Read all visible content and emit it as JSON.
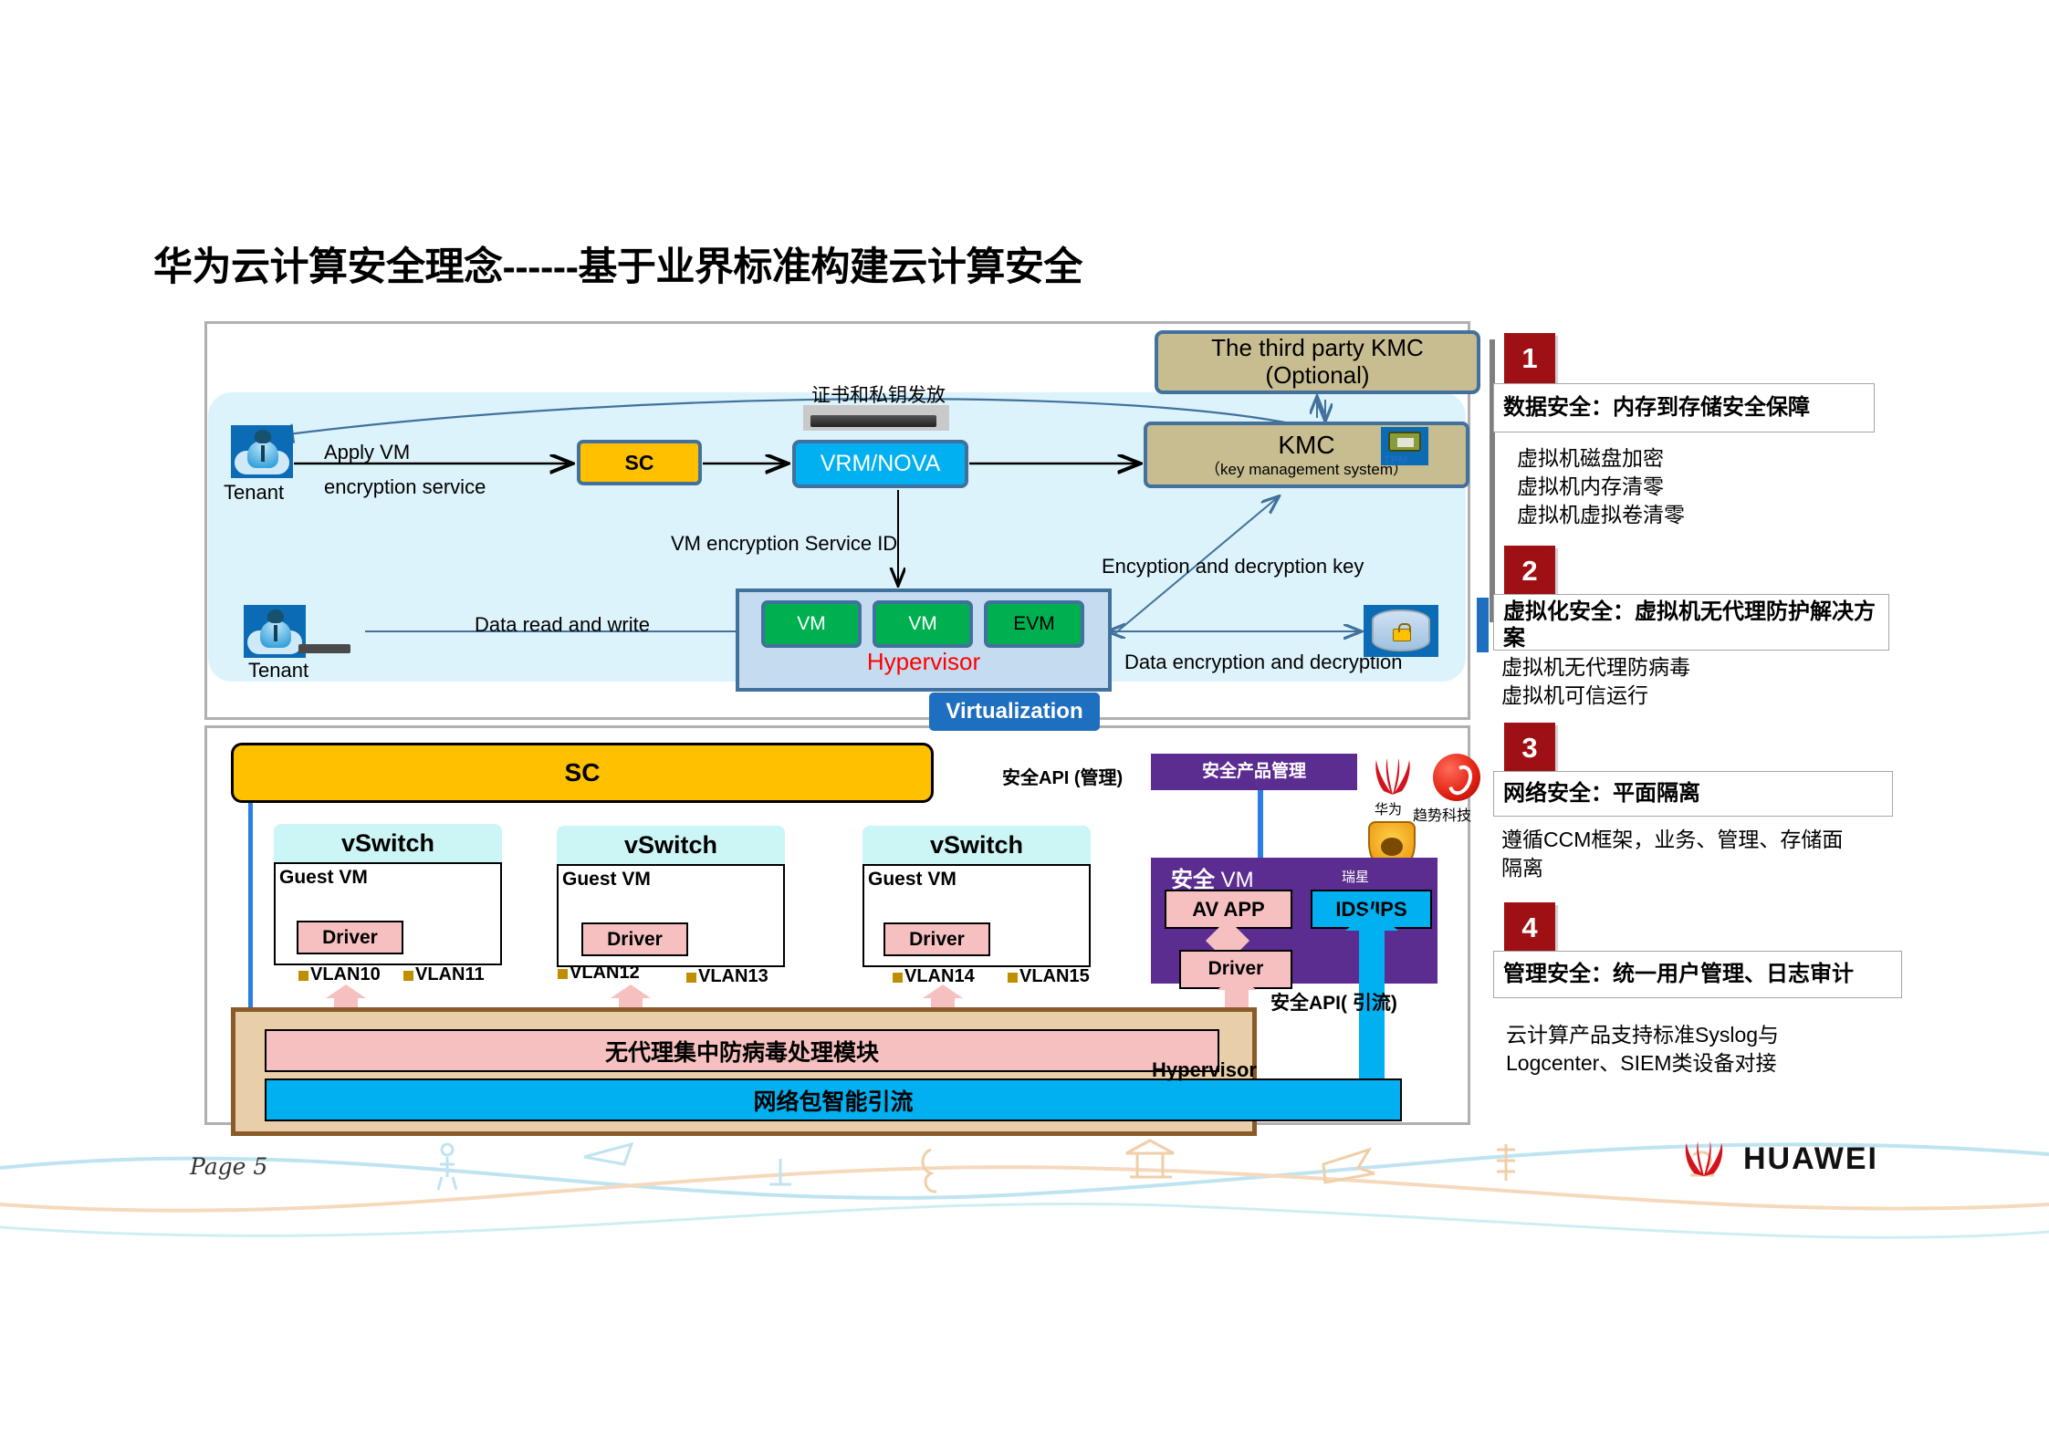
{
  "slide": {
    "title": "华为云计算安全理念------基于业界标准构建云计算安全",
    "page_label": "Page 5",
    "brand": "HUAWEI",
    "accent_red": "#9e1013",
    "accent_blue": "#1f6fc0",
    "panel_blue": "#ddf3fb"
  },
  "top_diagram": {
    "tenant_label_1": "Tenant",
    "tenant_label_2": "Tenant",
    "apply_vm_label": "Apply VM",
    "encryption_service_label": "encryption service",
    "sc_box": "SC",
    "vrm_box": "VRM/NOVA",
    "kmc_box_main": "KMC",
    "kmc_box_sub": "（key management system）",
    "third_party_line1": "The third party KMC",
    "third_party_line2": "(Optional)",
    "cert_label": "证书和私钥发放",
    "vm_encryption_service_id": "VM encryption Service ID",
    "encryption_decryption_key": "Encyption  and decryption key",
    "data_read_write": "Data read and write",
    "data_enc_dec": "Data encryption and  decryption",
    "hypervisor_label": "Hypervisor",
    "virtualization_tag": "Virtualization",
    "tpm_label": "TPM",
    "vms": [
      "VM",
      "VM",
      "EVM"
    ]
  },
  "bottom_diagram": {
    "sc_box": "SC",
    "vswitches": [
      {
        "title": "vSwitch",
        "guest_vm": "Guest VM",
        "driver": "Driver",
        "vlans": [
          "VLAN10",
          "VLAN11"
        ]
      },
      {
        "title": "vSwitch",
        "guest_vm": "Guest VM",
        "driver": "Driver",
        "vlans": [
          "VLAN12",
          "VLAN13"
        ]
      },
      {
        "title": "vSwitch",
        "guest_vm": "Guest VM",
        "driver": "Driver",
        "vlans": [
          "VLAN14",
          "VLAN15"
        ]
      }
    ],
    "security_api_mgmt": "安全API (管理)",
    "security_api_flow": "安全API( 引流)",
    "security_product_mgmt": "安全产品管理",
    "security_vm_cn": "安全",
    "security_vm_en": " VM",
    "rising_label": "瑞星",
    "av_app": "AV APP",
    "ids_ips": "IDS/IPS",
    "sec_driver": "Driver",
    "hypervisor_label": "Hypervisor",
    "band_av": "无代理集中防病毒处理模块",
    "band_net": "网络包智能引流",
    "vendor_huawei_cn": "华为",
    "vendor_trend_cn": "趋势科技"
  },
  "callouts": [
    {
      "number": "1",
      "title": "数据安全：内存到存储安全保障",
      "body": "虚拟机磁盘加密\n虚拟机内存清零\n虚拟机虚拟卷清零"
    },
    {
      "number": "2",
      "title": "虚拟化安全：虚拟机无代理防护解决方案",
      "body": "虚拟机无代理防病毒\n虚拟机可信运行"
    },
    {
      "number": "3",
      "title": "网络安全：平面隔离",
      "body": "遵循CCM框架，业务、管理、存储面\n隔离"
    },
    {
      "number": "4",
      "title": "管理安全：统一用户管理、日志审计",
      "body": "云计算产品支持标准Syslog与\nLogcenter、SIEM类设备对接"
    }
  ]
}
